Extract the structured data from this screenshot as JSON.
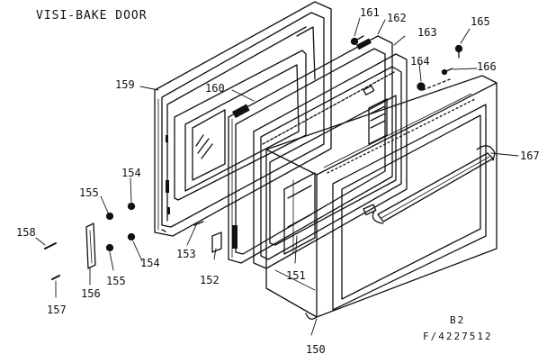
{
  "title": "VISI-BAKE DOOR",
  "labels": {
    "p150": "150",
    "p151": "151",
    "p152": "152",
    "p153": "153",
    "p154a": "154",
    "p154b": "154",
    "p155a": "155",
    "p155b": "155",
    "p156": "156",
    "p157": "157",
    "p158": "158",
    "p159": "159",
    "p160": "160",
    "p161": "161",
    "p162": "162",
    "p163": "163",
    "p164": "164",
    "p165": "165",
    "p166": "166",
    "p167": "167"
  },
  "footer": {
    "code1": "B2",
    "code2": "F/4227512"
  }
}
